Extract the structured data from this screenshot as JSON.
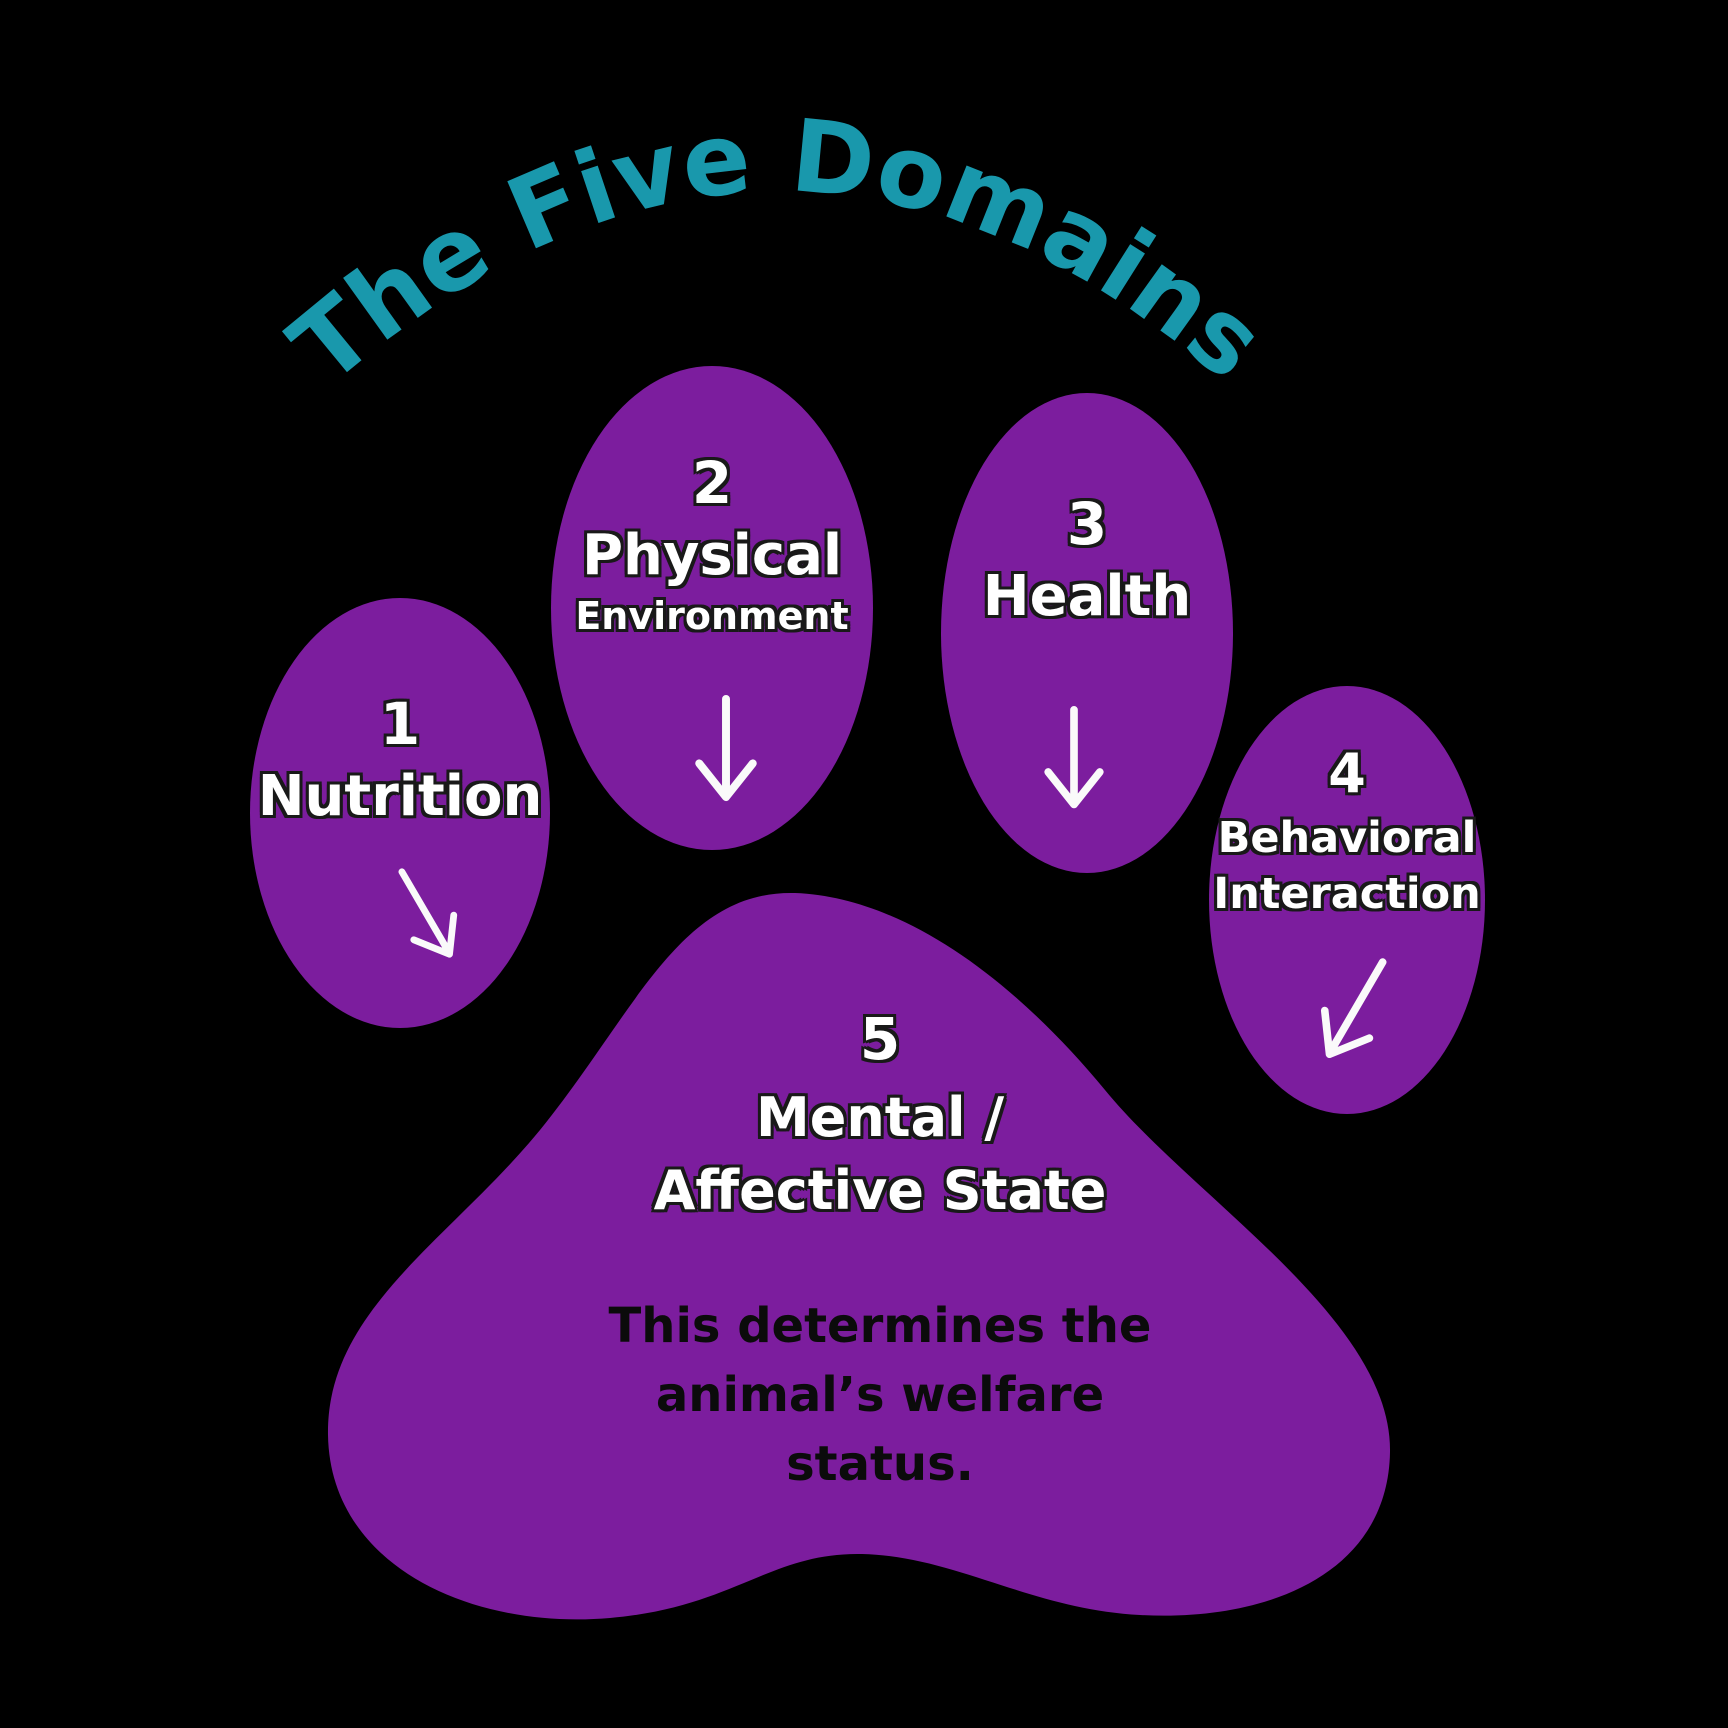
{
  "title": "The Five Domains",
  "colors": {
    "background": "#000000",
    "shape_purple": "#7c1d9e",
    "title_teal": "#1998ac",
    "label_white": "#ffffff",
    "note_black": "#0b0b0b",
    "arrow_white": "#fafafa"
  },
  "domains": [
    {
      "number": "1",
      "line1": "Nutrition",
      "line2": "",
      "arrow": "down-right-arrow"
    },
    {
      "number": "2",
      "line1": "Physical",
      "line2": "Environment",
      "arrow": "down-arrow"
    },
    {
      "number": "3",
      "line1": "Health",
      "line2": "",
      "arrow": "down-arrow"
    },
    {
      "number": "4",
      "line1": "Behavioral",
      "line2": "Interaction",
      "arrow": "down-left-arrow"
    },
    {
      "number": "5",
      "line1": "Mental /",
      "line2": "Affective State",
      "arrow": ""
    }
  ],
  "note": {
    "line1": "This determines the",
    "line2": "animal’s welfare",
    "line3": "status."
  }
}
